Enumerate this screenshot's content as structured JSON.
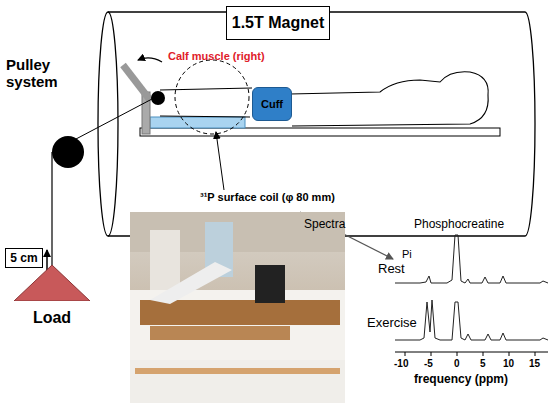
{
  "diagram": {
    "nodes": [
      {
        "text": [
          "1.5T Magnet"
        ]
      },
      {
        "text": [
          "Pulley system"
        ]
      },
      {
        "text": [
          "Cuff"
        ]
      },
      {
        "text": [
          "5 cm"
        ]
      },
      {
        "text": [
          "Load"
        ]
      }
    ],
    "edges": [
      {
        "from": 1,
        "to": 4,
        "arrow": "none"
      }
    ],
    "labels": [
      "Calf muscle (right)",
      "³¹P surface coil (φ 80 mm)",
      "Spectra",
      "Phosphocreatine",
      "Rest",
      "Pi",
      "Exercise",
      "-10",
      "-5",
      "0",
      "5",
      "10",
      "15",
      "frequency (ppm)"
    ]
  }
}
